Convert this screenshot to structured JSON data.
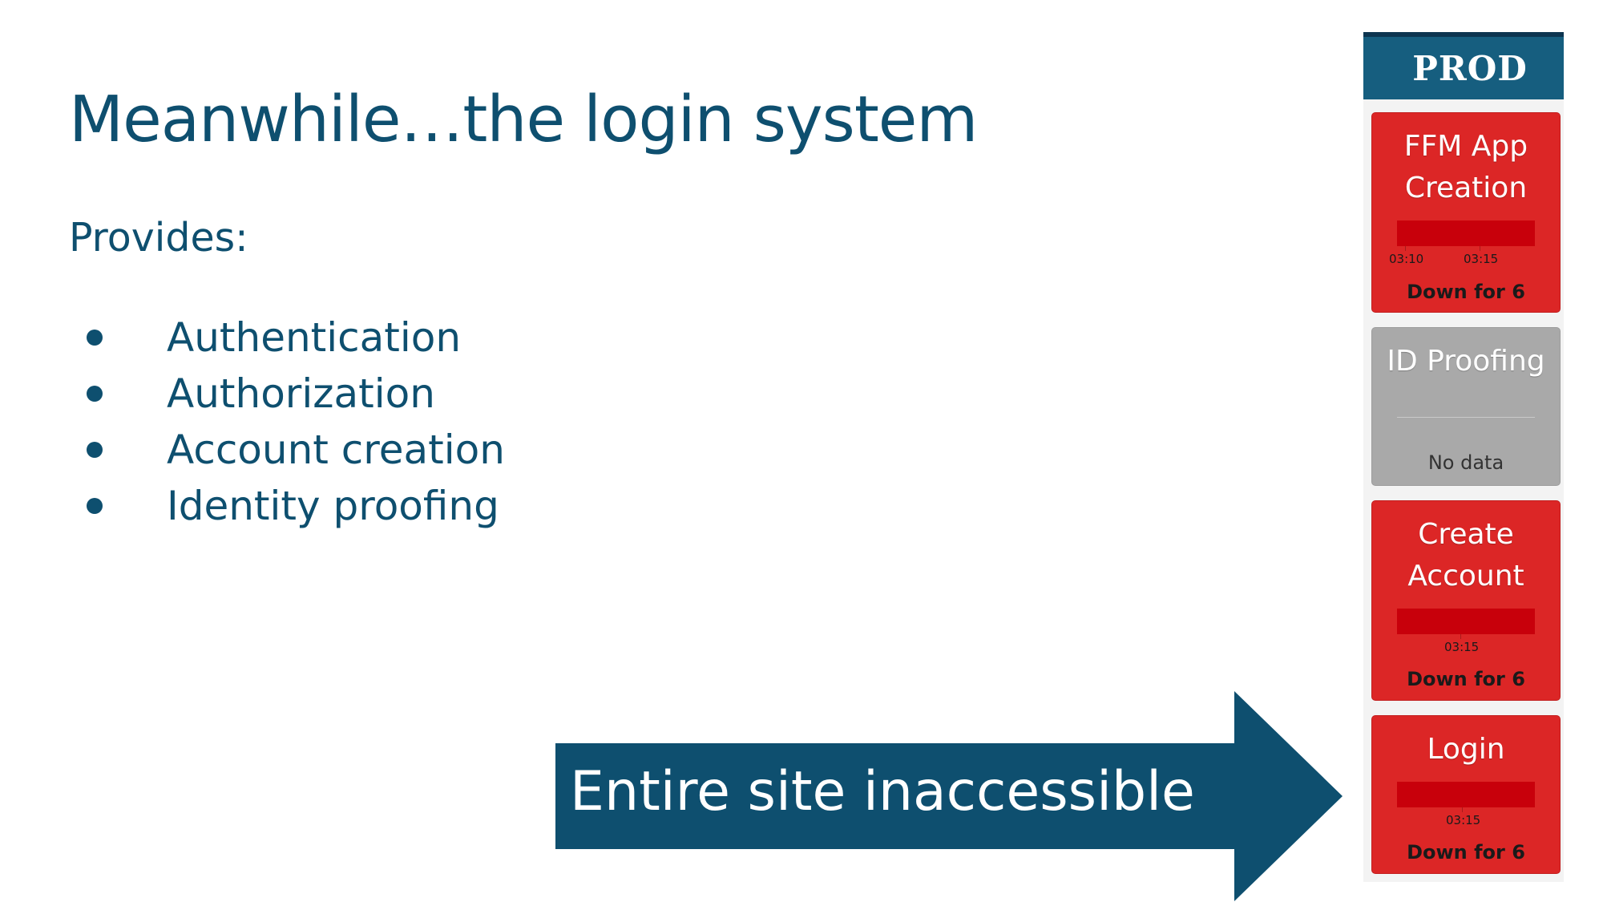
{
  "slide": {
    "title": "Meanwhile…the login system",
    "subtitle": "Provides:",
    "bullets": [
      "Authentication",
      "Authorization",
      "Account creation",
      "Identity proofing"
    ]
  },
  "arrow": {
    "label": "Entire site inaccessible"
  },
  "status_panel": {
    "header": "PROD",
    "tiles": [
      {
        "name_line1": "FFM App",
        "name_line2": "Creation",
        "status": "Down for 6",
        "ticks": [
          "03:10",
          "03:15"
        ],
        "color": "#dc2626"
      },
      {
        "name_line1": "ID Proofing",
        "status": "No data",
        "color": "#a9a9a9"
      },
      {
        "name_line1": "Create",
        "name_line2": "Account",
        "status": "Down for 6",
        "ticks": [
          "03:15"
        ],
        "color": "#dc2626"
      },
      {
        "name_line1": "Login",
        "status": "Down for 6",
        "ticks": [
          "03:15"
        ],
        "color": "#dc2626"
      }
    ]
  },
  "colors": {
    "text_primary": "#0e4f6f",
    "arrow_fill": "#0e4f6f",
    "header_bg": "#165e7f",
    "down_red": "#dc2626",
    "bar_red": "#c8000b",
    "no_data_gray": "#a9a9a9"
  }
}
